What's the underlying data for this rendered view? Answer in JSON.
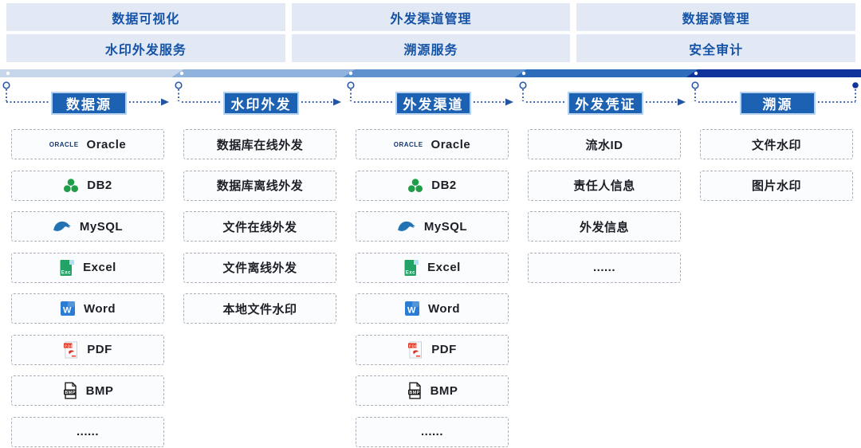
{
  "tabs": {
    "row1": [
      "数据可视化",
      "外发渠道管理",
      "数据源管理"
    ],
    "row2": [
      "水印外发服务",
      "溯源服务",
      "安全审计"
    ]
  },
  "flow": {
    "stages": [
      {
        "label": "数据源",
        "items": [
          {
            "icon": "oracle-logo",
            "icon_text": "ORACLE",
            "label": "Oracle"
          },
          {
            "icon": "db2-icon",
            "label": "DB2"
          },
          {
            "icon": "mysql-icon",
            "label": "MySQL"
          },
          {
            "icon": "excel-icon",
            "label": "Excel"
          },
          {
            "icon": "word-icon",
            "label": "Word"
          },
          {
            "icon": "pdf-icon",
            "label": "PDF"
          },
          {
            "icon": "bmp-icon",
            "label": "BMP"
          },
          {
            "label": "......"
          }
        ]
      },
      {
        "label": "水印外发",
        "items": [
          {
            "label": "数据库在线外发"
          },
          {
            "label": "数据库离线外发"
          },
          {
            "label": "文件在线外发"
          },
          {
            "label": "文件离线外发"
          },
          {
            "label": "本地文件水印"
          }
        ]
      },
      {
        "label": "外发渠道",
        "items": [
          {
            "icon": "oracle-logo",
            "icon_text": "ORACLE",
            "label": "Oracle"
          },
          {
            "icon": "db2-icon",
            "label": "DB2"
          },
          {
            "icon": "mysql-icon",
            "label": "MySQL"
          },
          {
            "icon": "excel-icon",
            "label": "Excel"
          },
          {
            "icon": "word-icon",
            "label": "Word"
          },
          {
            "icon": "pdf-icon",
            "label": "PDF"
          },
          {
            "icon": "bmp-icon",
            "label": "BMP"
          },
          {
            "label": "......"
          }
        ]
      },
      {
        "label": "外发凭证",
        "items": [
          {
            "label": "流水ID"
          },
          {
            "label": "责任人信息"
          },
          {
            "label": "外发信息"
          },
          {
            "label": "......"
          }
        ]
      },
      {
        "label": "溯源",
        "items": [
          {
            "label": "文件水印"
          },
          {
            "label": "图片水印"
          }
        ]
      }
    ]
  },
  "colors": {
    "band_segments": [
      "#c7d7eb",
      "#8fb3dc",
      "#5d92cf",
      "#2d6cba",
      "#10339b"
    ],
    "tab_bg": "#e2e9f4",
    "tab_text": "#1553a8",
    "stage_box_bg": "#1d61b3",
    "stage_box_border": "#b9d2ec",
    "connector": "#2e5ca8",
    "item_border": "#aab0b8",
    "item_bg": "#fbfcfe"
  }
}
